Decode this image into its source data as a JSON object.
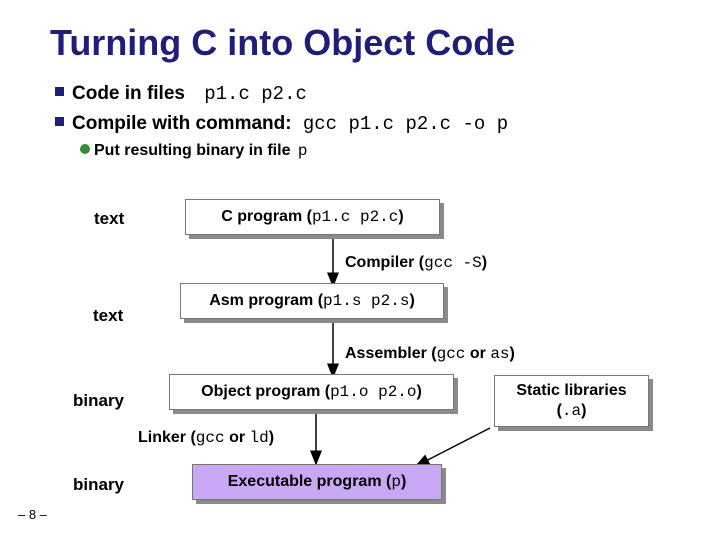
{
  "title": "Turning C into Object Code",
  "bullets": {
    "b1": {
      "text": "Code in files",
      "code": "p1.c p2.c"
    },
    "b2": {
      "text": "Compile with command:",
      "code": "gcc p1.c p2.c -o p"
    },
    "b3": {
      "text": "Put resulting binary in file",
      "code": "p"
    }
  },
  "stages": {
    "c_program": {
      "side": "text",
      "label": "C program (",
      "code": "p1.c p2.c",
      "close": ")"
    },
    "compiler": {
      "label": "Compiler (",
      "code": "gcc -S",
      "close": ")"
    },
    "asm_program": {
      "side": "text",
      "label": "Asm program (",
      "code": "p1.s p2.s",
      "close": ")"
    },
    "assembler": {
      "label": "Assembler (",
      "code1": "gcc",
      "mid": "or",
      "code2": "as",
      "close": ")"
    },
    "object_program": {
      "side": "binary",
      "label": "Object program (",
      "code": "p1.o p2.o",
      "close": ")"
    },
    "static_libraries": {
      "line1": "Static libraries",
      "open": "(",
      "code": ".a",
      "close": ")"
    },
    "linker": {
      "label": "Linker (",
      "code1": "gcc",
      "mid": "or",
      "code2": "ld",
      "close": ")"
    },
    "executable": {
      "side": "binary",
      "label": "Executable program (",
      "code": "p",
      "close": ")"
    }
  },
  "footer": "– 8 –",
  "colors": {
    "title": "#1f1f7a",
    "bullet_square": "#1f1f7a",
    "bullet_dot": "#3a8a3a",
    "executable_fill": "#c8a8f4"
  }
}
